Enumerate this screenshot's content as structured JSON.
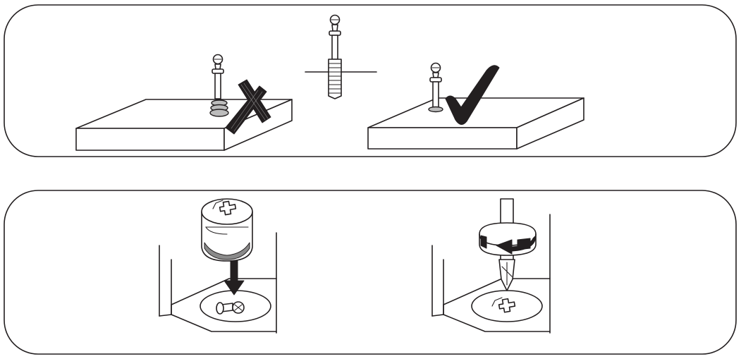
{
  "diagram": {
    "kind": "assembly-instructions",
    "ink_color": "#231f20",
    "background_color": "#ffffff",
    "panels": [
      {
        "id": "step-dowel",
        "illustrations": [
          "dowel-reference",
          "dowel-tilted-wrong",
          "dowel-upright-correct"
        ],
        "marks": [
          "cross-mark-icon",
          "check-mark-icon"
        ]
      },
      {
        "id": "step-cam-lock",
        "illustrations": [
          "cam-lock-insert",
          "cam-lock-tighten"
        ],
        "marks": [
          "down-arrow-icon",
          "rotate-arrow-icon",
          "screwdriver-icon"
        ]
      }
    ]
  }
}
